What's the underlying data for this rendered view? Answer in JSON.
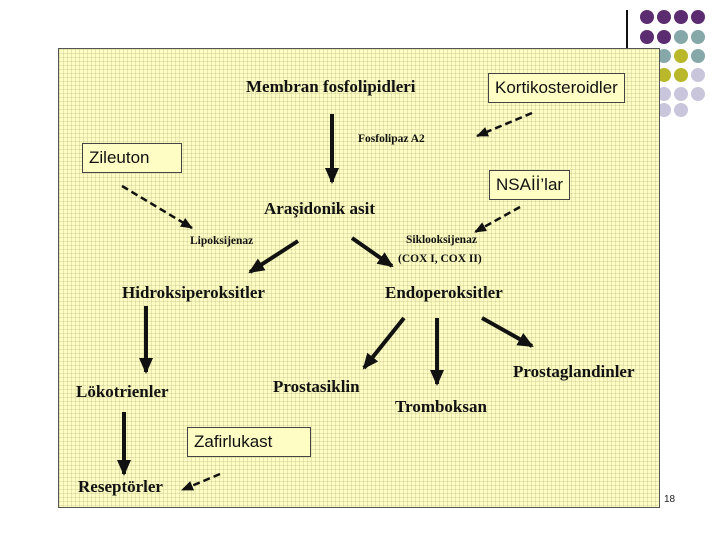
{
  "diagram": {
    "nodes": {
      "membran": "Membran fosfolipidleri",
      "fosfolipaz": "Fosfolipaz A2",
      "arasidonik": "Araşidonik asit",
      "lipoksijenaz": "Lipoksijenaz",
      "siklooksijenaz": "Siklooksijenaz",
      "cox": "(COX I, COX II)",
      "hidroksi": "Hidroksiperoksitler",
      "endoperoksitler": "Endoperoksitler",
      "lokotrienler": "Lökotrienler",
      "prostasiklin": "Prostasiklin",
      "tromboksan": "Tromboksan",
      "prostaglandinler": "Prostaglandinler",
      "reseptorler": "Reseptörler"
    },
    "inhibitors": {
      "kortikosteroidler": "Kortikosteroidler",
      "zileuton": "Zileuton",
      "nsaid": "NSAİİ’lar",
      "zafirlukast": "Zafirlukast"
    }
  },
  "slide": {
    "page_number": "18"
  },
  "colors": {
    "panel_background": "#fdfdc4",
    "dot_purple": "#5b2c6f",
    "dot_teal": "#86a8a8",
    "dot_olive": "#b8b82a",
    "dot_lavender": "#c9c6dc"
  }
}
